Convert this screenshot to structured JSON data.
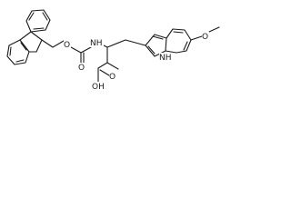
{
  "structure": {
    "atom_labels": {
      "nh": "NH",
      "o_carbamate_ether": "O",
      "o_carbamate_carbonyl": "O",
      "o_acid_carbonyl": "O",
      "oh": "OH",
      "o_methoxy": "O",
      "indole_nh": "NH"
    }
  }
}
